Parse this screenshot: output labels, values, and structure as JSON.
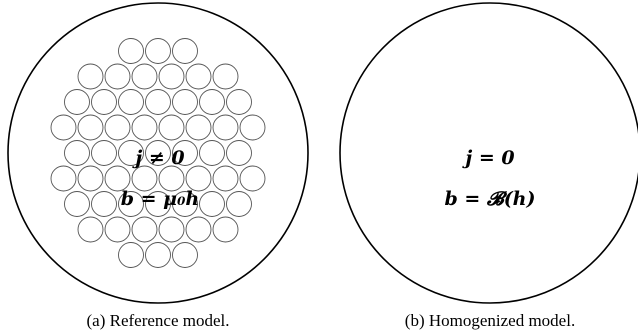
{
  "figures": [
    {
      "equations": [
        "j ≠ 0",
        "b = μ₀h"
      ],
      "caption": "(a) Reference model."
    },
    {
      "equations": [
        "j = 0",
        "b = 𝓑(h)"
      ],
      "caption": "(b) Homogenized model."
    }
  ],
  "reference_model": {
    "strand_rows": [
      3,
      6,
      7,
      8,
      7,
      8,
      7,
      6,
      3
    ]
  }
}
